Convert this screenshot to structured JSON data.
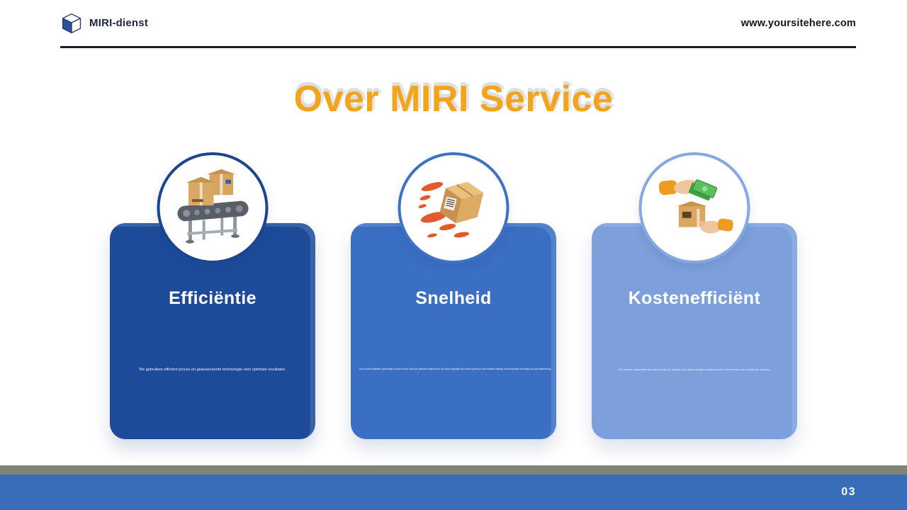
{
  "header": {
    "brand": "MIRI-dienst",
    "logo": "blue-cube-logo",
    "website": "www.yoursitehere.com"
  },
  "title": "Over MIRI Service",
  "cards": [
    {
      "title": "Efficiëntie",
      "description": "We gebruiken efficiënt proces en geavanceerde technologie voor optimale resultaten.",
      "illustration": "conveyor-belt-with-packages"
    },
    {
      "title": "Snelheid",
      "description": "Onze snelle logistieke oplossingen zorgen ervoor dat jouw pakketten altijd binnen de kortst mogelijke tijd worden geleverd, met realtime tracking en betrouwbare bezorging op elke bestemming.",
      "illustration": "flying-package-with-speed-trails"
    },
    {
      "title": "Kostenefficiënt",
      "description": "We bieden topkwaliteit diensten binnen je budget, met uitzonderlijke waarde zonder in te leveren aan verwachte niveaus.",
      "illustration": "hands-exchanging-money-and-package"
    }
  ],
  "footer": {
    "page_number": "03"
  },
  "colors": {
    "accent_orange": "#F2A51C",
    "brand_navy": "#1D2540",
    "card1_bg": "#1D4B99",
    "card2_bg": "#3A6FC4",
    "card3_bg": "#7DA0DC",
    "card1_ring": "#1A468F",
    "card2_ring": "#3E72C6",
    "card3_ring": "#86A8E0",
    "footer_blue": "#3A6DB9",
    "footer_gray": "#83837D"
  }
}
